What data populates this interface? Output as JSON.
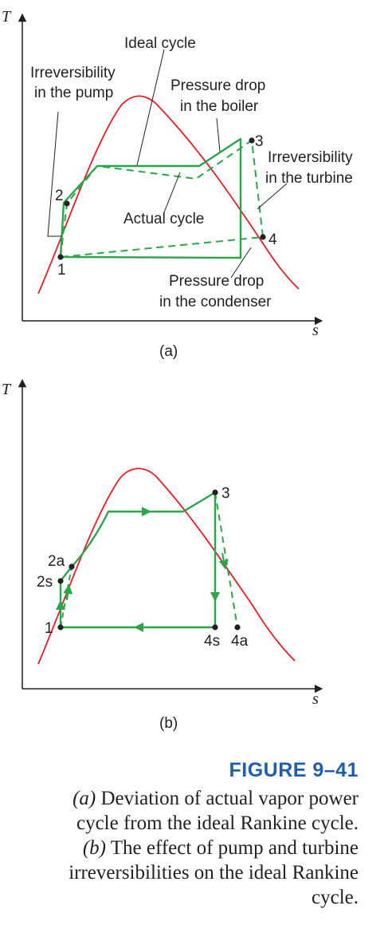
{
  "panel_a": {
    "axis_y": "T",
    "axis_x": "s",
    "sub_caption": "(a)",
    "labels": {
      "ideal_cycle": "Ideal cycle",
      "irrev_pump_1": "Irreversibility",
      "irrev_pump_2": "in the pump",
      "pdrop_boiler_1": "Pressure drop",
      "pdrop_boiler_2": "in the boiler",
      "irrev_turbine_1": "Irreversibility",
      "irrev_turbine_2": "in the turbine",
      "actual_cycle": "Actual cycle",
      "pdrop_cond_1": "Pressure drop",
      "pdrop_cond_2": "in the condenser"
    },
    "points": {
      "p1": "1",
      "p2": "2",
      "p3": "3",
      "p4": "4"
    }
  },
  "panel_b": {
    "axis_y": "T",
    "axis_x": "s",
    "sub_caption": "(b)",
    "points": {
      "p1": "1",
      "p2s": "2s",
      "p2a": "2a",
      "p3": "3",
      "p4s": "4s",
      "p4a": "4a"
    }
  },
  "figure": {
    "title": "FIGURE 9–41",
    "caption_a_tag": "(a)",
    "caption_line1": " Deviation of actual vapor power",
    "caption_line2": "cycle from the ideal Rankine cycle.",
    "caption_b_tag": "(b)",
    "caption_line3": " The effect of pump and turbine",
    "caption_line4": "irreversibilities on the ideal Rankine",
    "caption_line5": "cycle."
  },
  "colors": {
    "dome": "#e31e24",
    "cycle": "#2ca44a",
    "ink": "#231f20",
    "title": "#1f5fa8"
  }
}
